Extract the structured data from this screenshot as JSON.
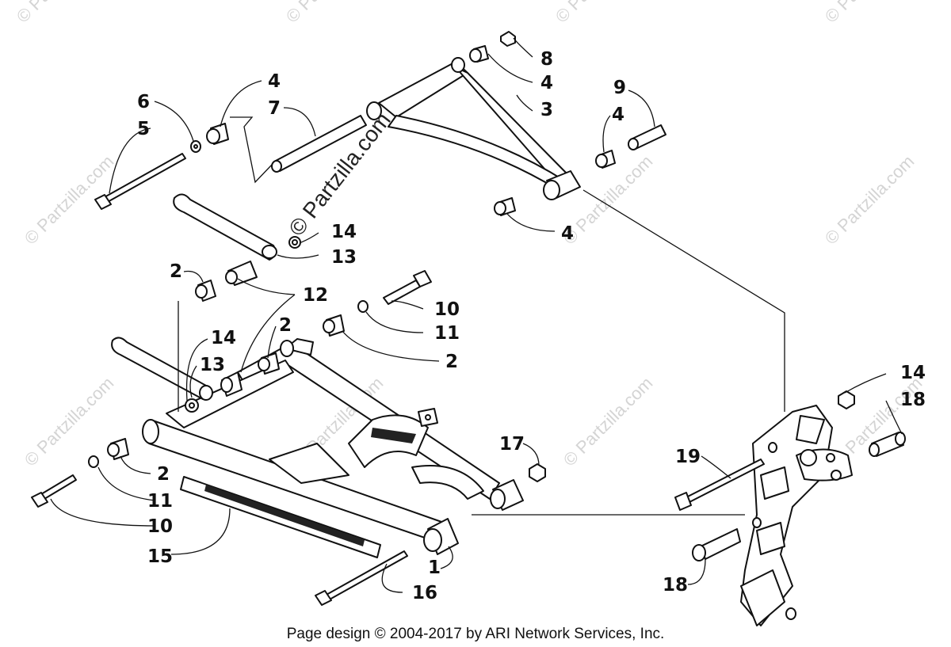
{
  "watermark": "© Partzilla.com",
  "watermark_main": "© Partzilla.com",
  "footer": "Page design © 2004-2017 by ARI Network Services, Inc.",
  "callouts": {
    "c8": "8",
    "c4a": "4",
    "c3": "3",
    "c9": "9",
    "c4b": "4",
    "c4c": "4",
    "c4d": "4",
    "c7": "7",
    "c6": "6",
    "c5": "5",
    "c14a": "14",
    "c13a": "13",
    "c2a": "2",
    "c12": "12",
    "c10a": "10",
    "c11a": "11",
    "c2b": "2",
    "c2c": "2",
    "c14b": "14",
    "c13b": "13",
    "c2d": "2",
    "c11b": "11",
    "c10b": "10",
    "c15": "15",
    "c1": "1",
    "c16": "16",
    "c17": "17",
    "c14c": "14",
    "c18a": "18",
    "c19": "19",
    "c18b": "18"
  }
}
